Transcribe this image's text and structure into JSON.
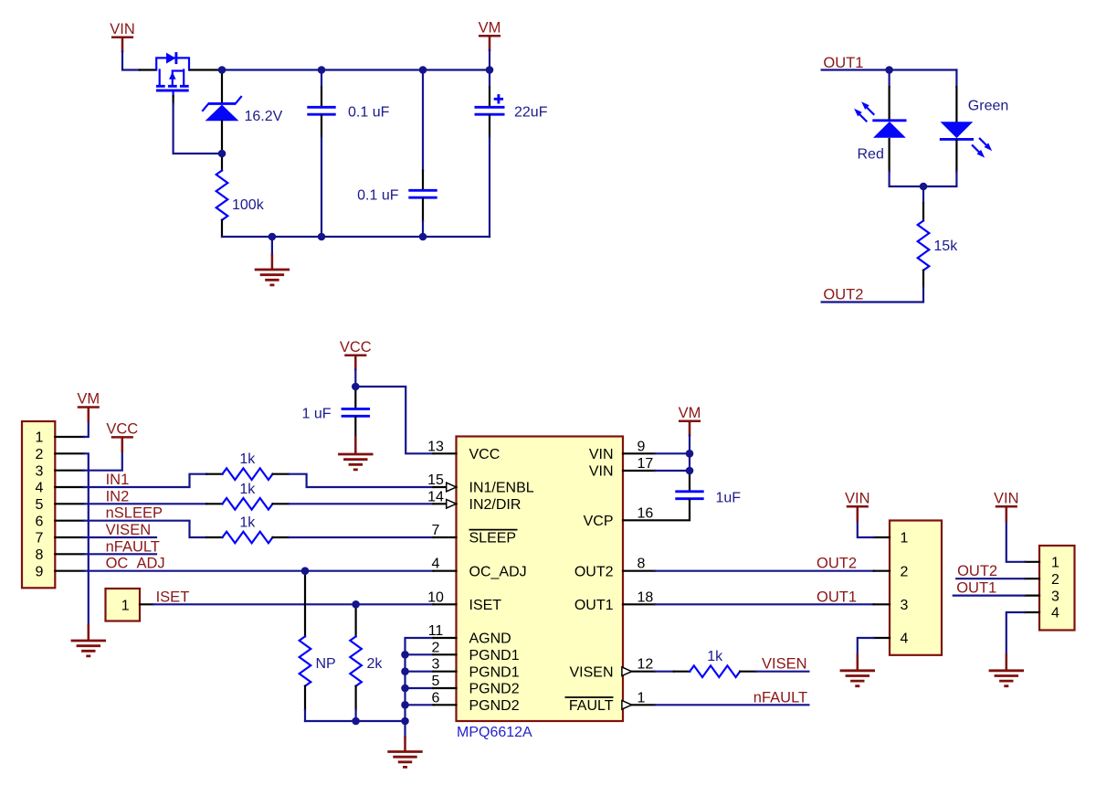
{
  "nets": {
    "vin": "VIN",
    "vm": "VM",
    "vcc": "VCC",
    "out1": "OUT1",
    "out2": "OUT2",
    "in1": "IN1",
    "in2": "IN2",
    "nsleep": "nSLEEP",
    "visen": "VISEN",
    "nfault": "nFAULT",
    "oc_adj": "OC  ADJ",
    "iset": "ISET"
  },
  "values": {
    "zener": "16.2V",
    "r_pulldown": "100k",
    "cap_top1": "0.1 uF",
    "cap_top2": "0.1 uF",
    "cap_bulk": "22uF",
    "cap_bulk_polarity": "+",
    "r_led": "15k",
    "r_in1": "1k",
    "r_in2": "1k",
    "r_nsleep": "1k",
    "r_visen": "1k",
    "r_np": "NP",
    "r_iset": "2k",
    "cap_vcc": "1 uF",
    "cap_vm": "1uF"
  },
  "led": {
    "red": "Red",
    "green": "Green"
  },
  "ic": {
    "name": "MPQ6612A",
    "left_pins": [
      {
        "num": "13",
        "name": "VCC"
      },
      {
        "num": "15",
        "name": "IN1/ENBL"
      },
      {
        "num": "14",
        "name": "IN2/DIR"
      },
      {
        "num": "7",
        "name": "SLEEP"
      },
      {
        "num": "4",
        "name": "OC_ADJ"
      },
      {
        "num": "10",
        "name": "ISET"
      },
      {
        "num": "11",
        "name": "AGND"
      },
      {
        "num": "2",
        "name": "PGND1"
      },
      {
        "num": "3",
        "name": "PGND1"
      },
      {
        "num": "5",
        "name": "PGND2"
      },
      {
        "num": "6",
        "name": "PGND2"
      }
    ],
    "right_pins": [
      {
        "num": "9",
        "name": "VIN"
      },
      {
        "num": "17",
        "name": "VIN"
      },
      {
        "num": "16",
        "name": "VCP"
      },
      {
        "num": "8",
        "name": "OUT2"
      },
      {
        "num": "18",
        "name": "OUT1"
      },
      {
        "num": "12",
        "name": "VISEN"
      },
      {
        "num": "1",
        "name": "FAULT"
      }
    ]
  },
  "headers": {
    "j1": {
      "pins": [
        "1",
        "2",
        "3",
        "4",
        "5",
        "6",
        "7",
        "8",
        "9"
      ]
    },
    "iset_pad": {
      "pin": "1"
    },
    "j2": {
      "pins": [
        "1",
        "2",
        "3",
        "4"
      ]
    },
    "j3": {
      "pins": [
        "1",
        "2",
        "3",
        "4"
      ]
    }
  },
  "colors": {
    "wire": "#14148C",
    "component": "#0505FA",
    "net_label": "#8B1616",
    "symbol_outline": "#7E100E",
    "component_fill": "#FFFFC2",
    "pin_text": "#000000",
    "background": "#FFFFFF"
  }
}
